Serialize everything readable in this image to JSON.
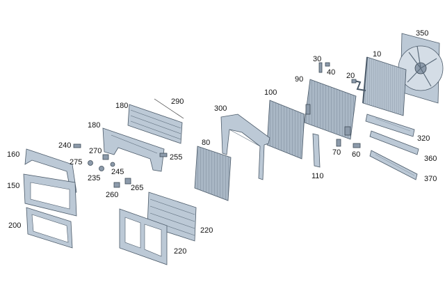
{
  "diagram": {
    "background": "#ffffff",
    "part_color": "#bcc9d6",
    "outline_color": "#4a5968",
    "labels": {
      "l350": "350",
      "l10": "10",
      "l30": "30",
      "l40": "40",
      "l20": "20",
      "l90": "90",
      "l100": "100",
      "l290": "290",
      "l180a": "180",
      "l180b": "180",
      "l300": "300",
      "l320": "320",
      "l360": "360",
      "l370": "370",
      "l70": "70",
      "l60": "60",
      "l110": "110",
      "l80": "80",
      "l255": "255",
      "l240": "240",
      "l270": "270",
      "l275": "275",
      "l245": "245",
      "l235": "235",
      "l265": "265",
      "l260": "260",
      "l160": "160",
      "l150": "150",
      "l200": "200",
      "l220a": "220",
      "l220b": "220"
    }
  }
}
